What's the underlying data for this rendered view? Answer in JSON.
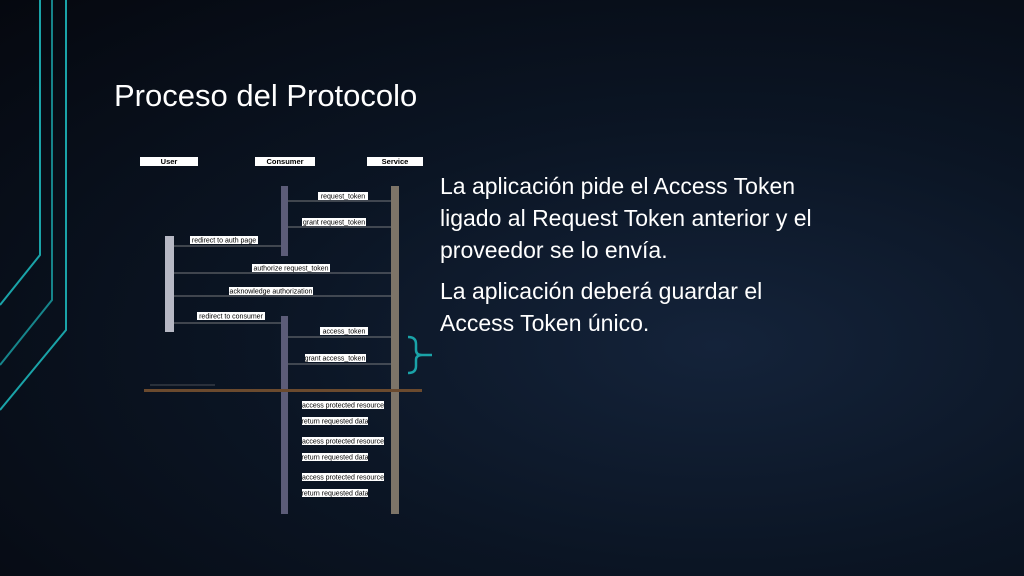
{
  "slide": {
    "title": "Proceso del Protocolo",
    "bullets": [
      "La aplicación pide el Access Token ligado al Request Token anterior y el proveedor se lo envía.",
      "La aplicación deberá guardar el Access Token único."
    ]
  },
  "diagram": {
    "participants": {
      "user": "User",
      "consumer": "Consumer",
      "service": "Service"
    },
    "messages": {
      "request_token": "request_token",
      "grant_request_token": "grant request_token",
      "redirect_auth": "redirect to auth page",
      "authorize_request_token": "authorize request_token",
      "acknowledge_authorization": "acknowledge authorization",
      "redirect_consumer": "redirect to consumer",
      "access_token": "access_token",
      "grant_access_token": "grant access_token",
      "access_resource": "access protected resource",
      "return_data": "return requested data"
    }
  },
  "colors": {
    "accent": "#1aa3a8",
    "divider": "#6b4a2e",
    "user_bar": "#b7b8c4",
    "consumer_bar": "#5c5c78",
    "service_bar": "#7d7468"
  }
}
